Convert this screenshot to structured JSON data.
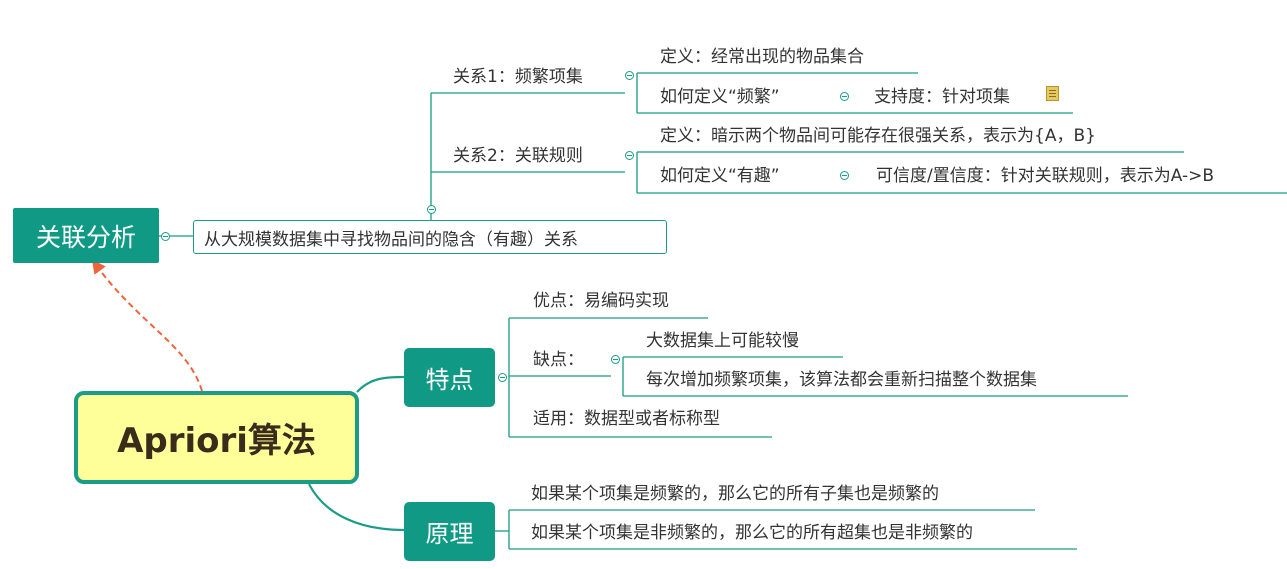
{
  "root": {
    "label": "Apriori算法"
  },
  "association": {
    "label": "关联分析",
    "description": "从大规模数据集中寻找物品间的隐含（有趣）关系",
    "relation1": {
      "label": "关系1：频繁项集",
      "definition": "定义：经常出现的物品集合",
      "how_define": "如何定义“频繁”",
      "support": "支持度：针对项集"
    },
    "relation2": {
      "label": "关系2：关联规则",
      "definition": "定义：暗示两个物品间可能存在很强关系，表示为{A，B}",
      "how_define": "如何定义“有趣”",
      "confidence": "可信度/置信度：针对关联规则，表示为A->B"
    }
  },
  "features": {
    "label": "特点",
    "pros": "优点：易编码实现",
    "cons": "缺点：",
    "cons_items": [
      "大数据集上可能较慢",
      "每次增加频繁项集，该算法都会重新扫描整个数据集"
    ],
    "applicable": "适用：数据型或者标称型"
  },
  "principle": {
    "label": "原理",
    "items": [
      "如果某个项集是频繁的，那么它的所有子集也是频繁的",
      "如果某个项集是非频繁的，那么它的所有超集也是非频繁的"
    ]
  },
  "colors": {
    "teal": "#109a86",
    "root_fill": "#ffff99",
    "root_border": "#1a9c86",
    "dashed_arrow": "#f0643c"
  },
  "icons": [
    "note-icon",
    "collapse-icon"
  ]
}
